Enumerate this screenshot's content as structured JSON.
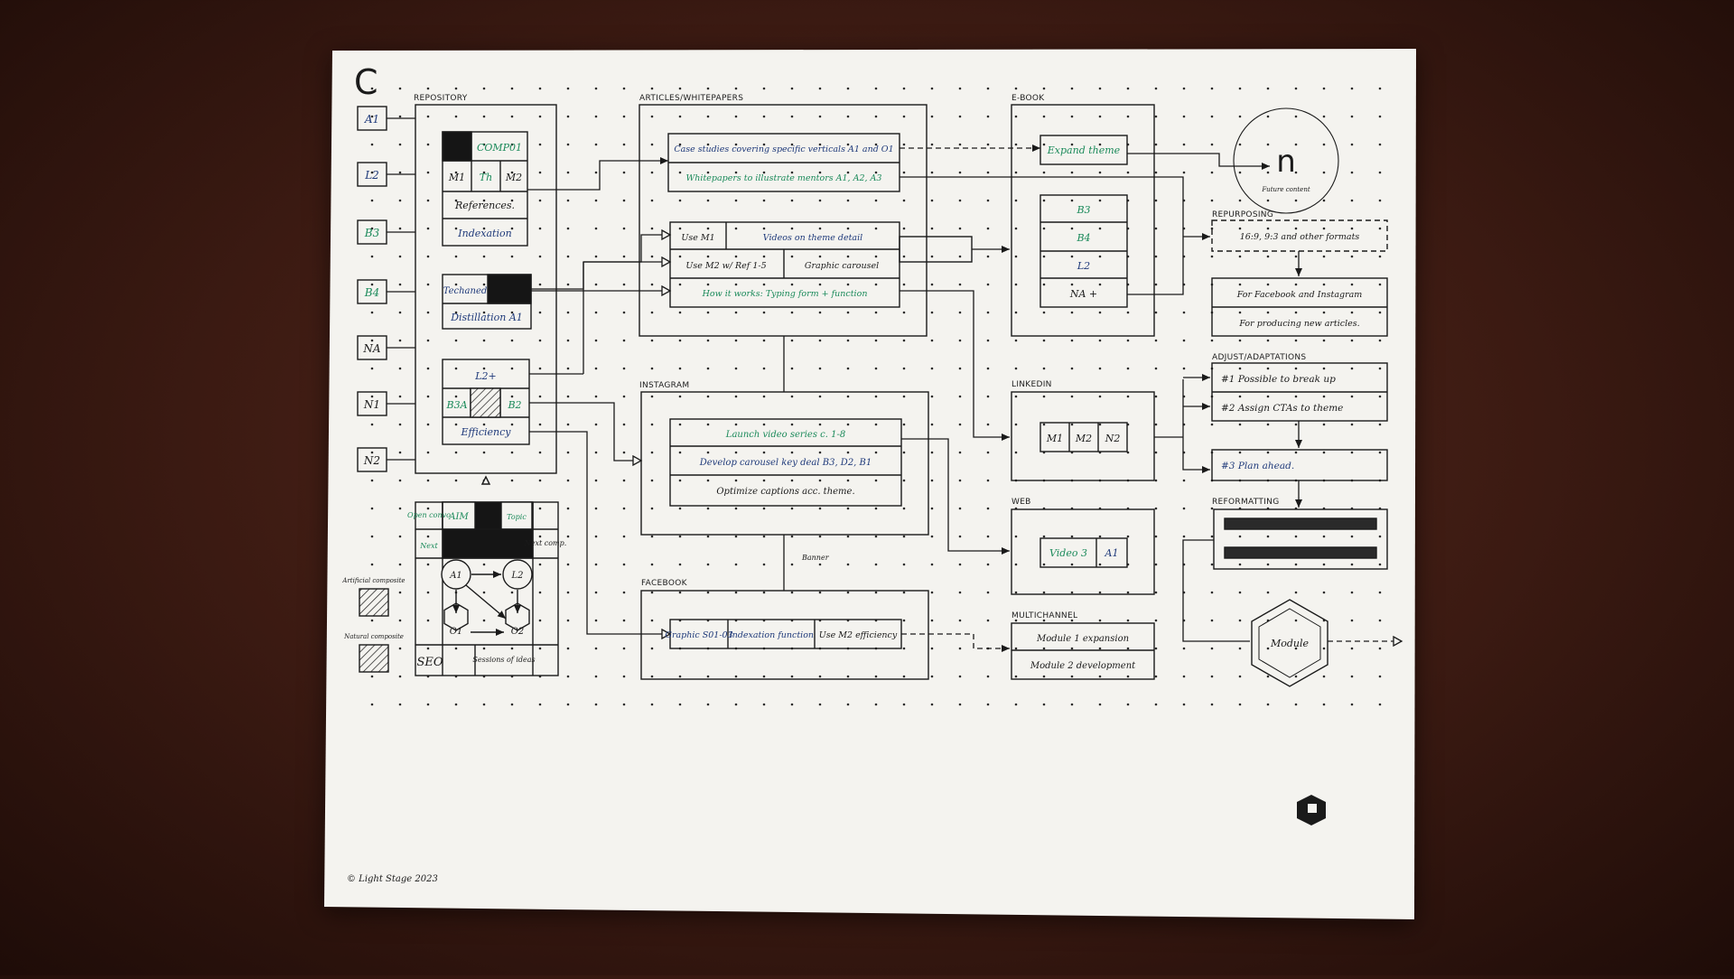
{
  "logo_letter": "C",
  "copyright": "© Light Stage 2023",
  "colors": {
    "ink": "#1a1a1a",
    "blue": "#1f3a7a",
    "green": "#1b8a5a",
    "paper": "#f4f3ef"
  },
  "side_tags": [
    {
      "label": "A1",
      "color": "blue"
    },
    {
      "label": "L2",
      "color": "blue"
    },
    {
      "label": "B3",
      "color": "green"
    },
    {
      "label": "B4",
      "color": "green"
    },
    {
      "label": "NA",
      "color": "ink"
    },
    {
      "label": "N1",
      "color": "ink"
    },
    {
      "label": "N2",
      "color": "ink"
    }
  ],
  "repository": {
    "title": "REPOSITORY",
    "comp01": "COMP01",
    "m1": "M1",
    "th": "Th",
    "m2": "M2",
    "references": "References.",
    "indexation": "Indexation",
    "techaned": "Techaned",
    "distillation": "Distillation A1",
    "l2plus": "L2+",
    "b3a": "B3A",
    "b2": "B2",
    "efficiency": "Efficiency"
  },
  "analysis": {
    "open_convo": "Open convo",
    "aim": "AIM",
    "topic": "Topic",
    "next_comp": "Next comp.",
    "next": "Next",
    "a1": "A1",
    "l2": "L2",
    "o1": "O1",
    "o2": "O2",
    "seo": "SEO",
    "sessions": "Sessions of ideas",
    "artificial": "Artificial composite",
    "natural": "Natural composite"
  },
  "articles": {
    "title": "ARTICLES/WHITEPAPERS",
    "row1": "Case studies covering specific verticals A1 and O1",
    "row2": "Whitepapers to illustrate mentors A1, A2, A3",
    "use_m1": "Use M1",
    "videos": "Videos on theme detail",
    "use_m2": "Use M2 w/ Ref 1-5",
    "graphic": "Graphic carousel",
    "how": "How it works: Typing form + function"
  },
  "instagram": {
    "title": "INSTAGRAM",
    "row1": "Launch video series c. 1-8",
    "row2": "Develop carousel key deal B3, D2, B1",
    "row3": "Optimize captions acc. theme."
  },
  "banner_label": "Banner",
  "facebook": {
    "title": "FACEBOOK",
    "c1": "Graphic S01-03",
    "c2": "Indexation function",
    "c3": "Use M2 efficiency"
  },
  "ebook": {
    "title": "E-BOOK",
    "expand": "Expand theme",
    "items": [
      "B3",
      "B4",
      "L2",
      "NA +"
    ]
  },
  "future": {
    "letter": "n",
    "caption": "Future content"
  },
  "repurposing": {
    "title": "REPURPOSING",
    "formats": "16:9, 9:3 and other formats",
    "row1": "For Facebook and Instagram",
    "row2": "For producing new articles."
  },
  "linkedin": {
    "title": "LINKEDIN",
    "cells": [
      "M1",
      "M2",
      "N2"
    ]
  },
  "web": {
    "title": "WEB",
    "cells": [
      "Video 3",
      "A1"
    ]
  },
  "multichannel": {
    "title": "MULTICHANNEL",
    "row1": "Module 1 expansion",
    "row2": "Module 2 development"
  },
  "adjust": {
    "title": "ADJUST/ADAPTATIONS",
    "row1": "#1 Possible to break up",
    "row2": "#2 Assign CTAs to theme",
    "row3": "#3 Plan ahead."
  },
  "reformatting": {
    "title": "REFORMATTING"
  },
  "module": {
    "label": "Module"
  }
}
